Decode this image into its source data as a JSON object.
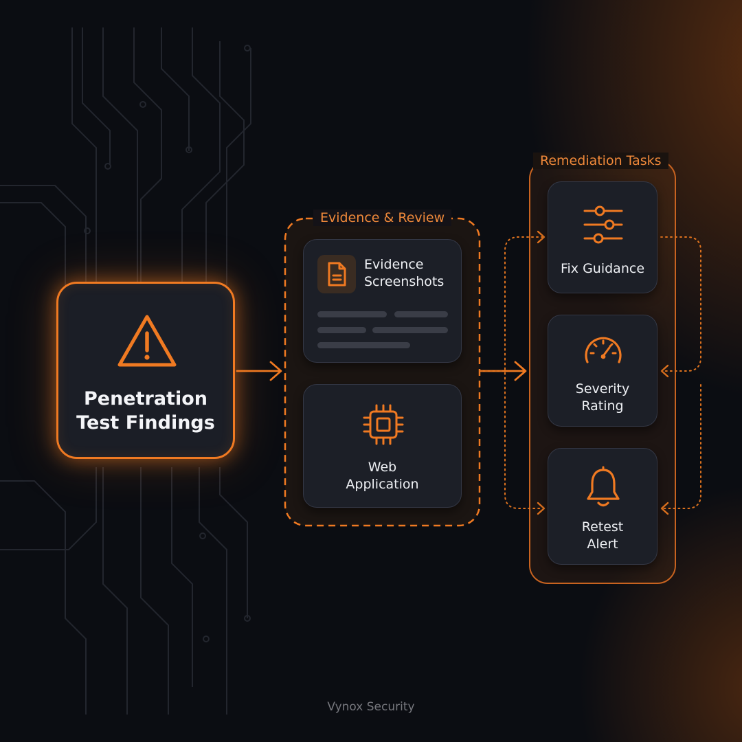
{
  "source": {
    "title_line1": "Penetration",
    "title_line2": "Test Findings",
    "icon": "warning-triangle-icon"
  },
  "evidence_group": {
    "label": "Evidence & Review",
    "items": [
      {
        "line1": "Evidence",
        "line2": "Screenshots",
        "icon": "document-icon"
      },
      {
        "line1": "Web",
        "line2": "Application",
        "icon": "chip-icon"
      }
    ]
  },
  "remediation_group": {
    "label": "Remediation Tasks",
    "items": [
      {
        "line1": "Fix Guidance",
        "icon": "sliders-icon"
      },
      {
        "line1": "Severity",
        "line2": "Rating",
        "icon": "gauge-icon"
      },
      {
        "line1": "Retest",
        "line2": "Alert",
        "icon": "bell-icon"
      }
    ]
  },
  "footer": "Vynox Security",
  "colors": {
    "accent": "#f07a22",
    "background": "#0b0d12",
    "card": "#1c1f27"
  }
}
